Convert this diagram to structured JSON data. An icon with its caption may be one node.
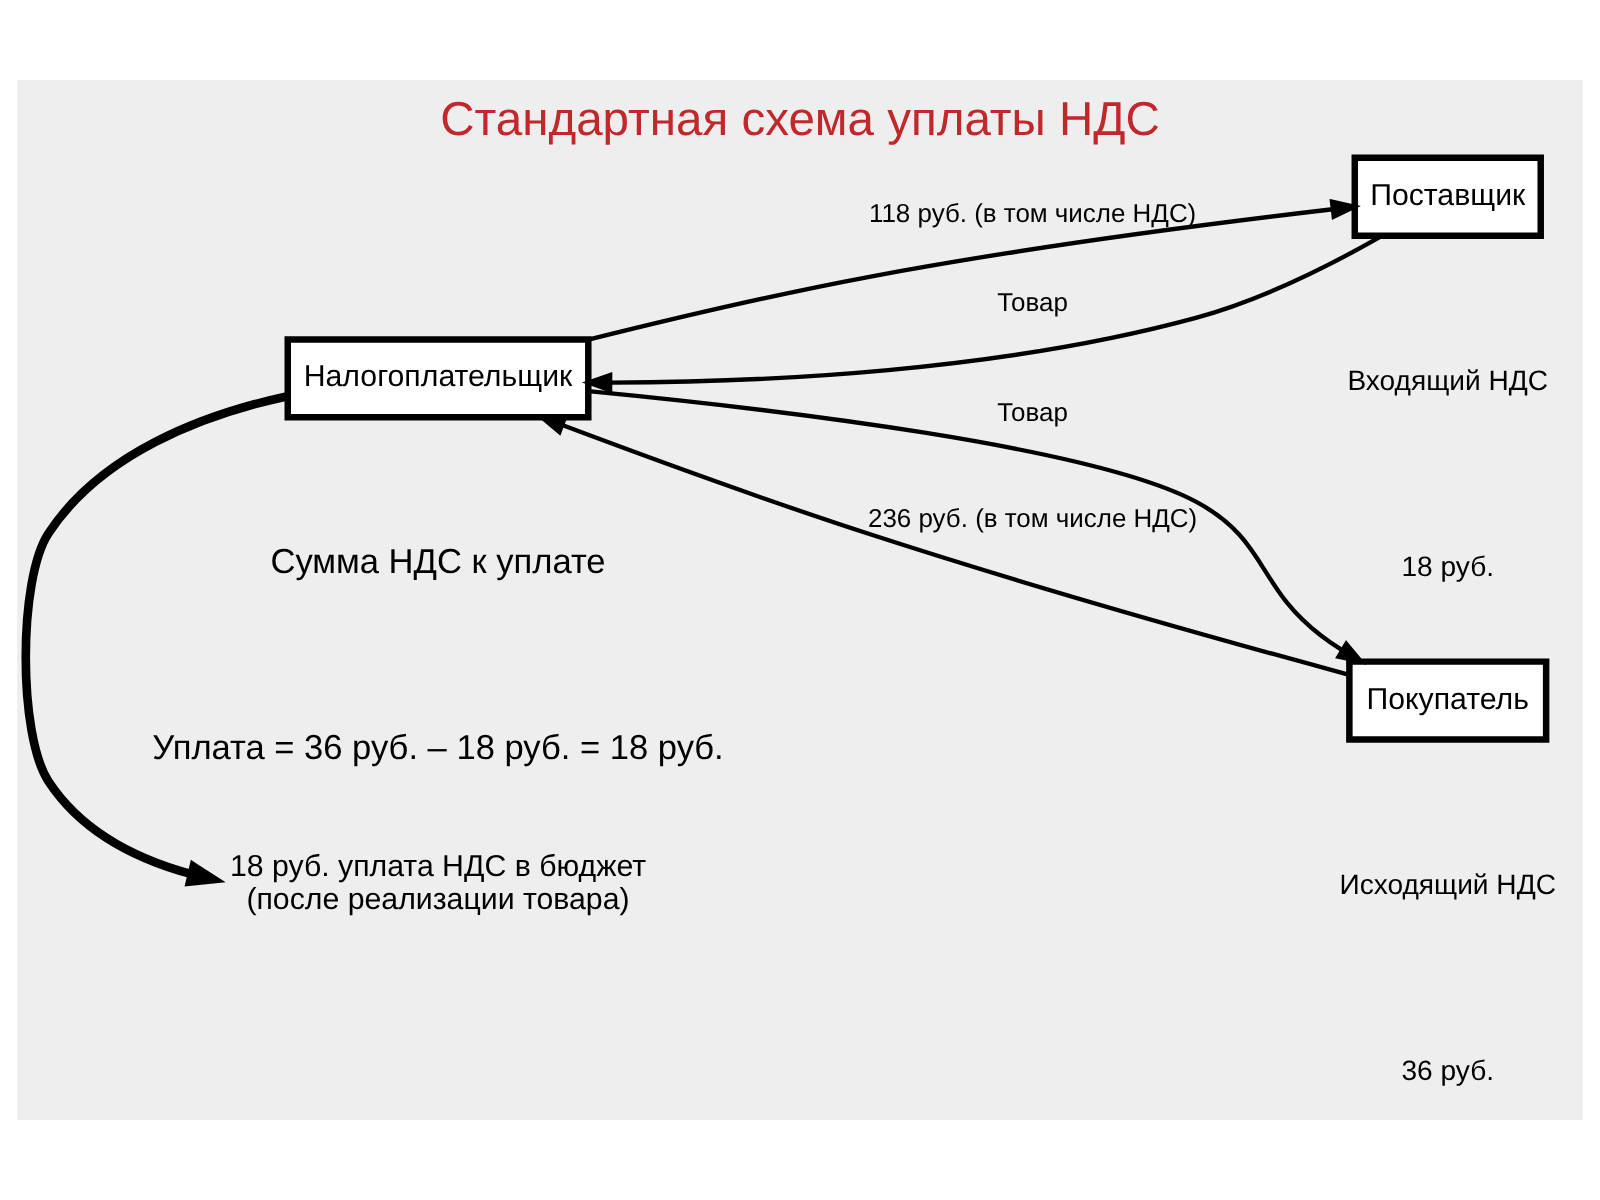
{
  "diagram": {
    "title": "Стандартная схема уплаты НДС",
    "nodes": [
      {
        "text": [
          "18 руб. уплата НДС в бюджет",
          "(после реализации товара)"
        ]
      },
      {
        "text": [
          "Поставщик"
        ]
      },
      {
        "text": [
          "Налогоплательщик"
        ]
      },
      {
        "text": [
          "Покупатель"
        ]
      }
    ],
    "edges": [
      {
        "from": 2,
        "to": 0,
        "arrow": "to",
        "style": "thick"
      },
      {
        "from": 2,
        "to": 1,
        "arrow": "to",
        "label": "118 руб. (в том числе НДС)"
      },
      {
        "from": 1,
        "to": 2,
        "arrow": "to",
        "label": "Товар"
      },
      {
        "from": 3,
        "to": 2,
        "arrow": "to",
        "label": "236 руб. (в том числе НДС)"
      },
      {
        "from": 2,
        "to": 3,
        "arrow": "to",
        "label": "Товар"
      }
    ],
    "labels": [
      "Входящий НДС",
      "18 руб.",
      "Исходящий НДС",
      "36 руб.",
      "Сумма НДС к уплате",
      "Уплата = 36 руб. – 18 руб. = 18 руб."
    ]
  }
}
